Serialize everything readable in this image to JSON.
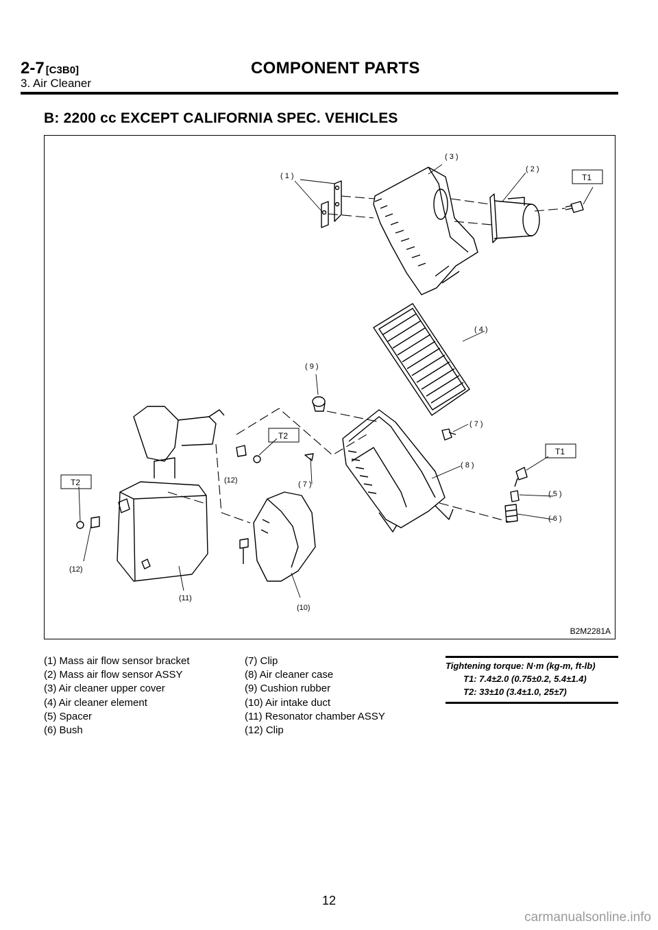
{
  "header": {
    "section_number": "2-7",
    "section_code": "[C3B0]",
    "title": "COMPONENT PARTS",
    "subtitle": "3. Air Cleaner"
  },
  "heading": "B: 2200 cc EXCEPT CALIFORNIA SPEC. VEHICLES",
  "figure": {
    "code": "B2M2281A",
    "callouts": {
      "c1": "( 1 )",
      "c2": "( 2 )",
      "c3": "( 3 )",
      "c4": "( 4 )",
      "c5": "( 5 )",
      "c6": "( 6 )",
      "c7a": "( 7 )",
      "c7b": "( 7 )",
      "c8": "( 8 )",
      "c9": "( 9 )",
      "c10": "(10)",
      "c11": "(11)",
      "c12a": "(12)",
      "c12b": "(12)"
    },
    "torque_tags": {
      "t1a": "T1",
      "t1b": "T1",
      "t2a": "T2",
      "t2b": "T2"
    }
  },
  "legend": {
    "col1": [
      "(1) Mass air flow sensor bracket",
      "(2) Mass air flow sensor ASSY",
      "(3) Air cleaner upper cover",
      "(4) Air cleaner element",
      "(5) Spacer",
      "(6) Bush"
    ],
    "col2": [
      "(7) Clip",
      "(8) Air cleaner case",
      "(9) Cushion rubber",
      "(10) Air intake duct",
      "(11) Resonator chamber ASSY",
      "(12) Clip"
    ]
  },
  "torque_box": {
    "title": "Tightening torque: N·m (kg-m, ft-lb)",
    "t1": "T1: 7.4±2.0 (0.75±0.2, 5.4±1.4)",
    "t2": "T2: 33±10 (3.4±1.0, 25±7)"
  },
  "page_number": "12",
  "watermark": "carmanualsonline.info"
}
